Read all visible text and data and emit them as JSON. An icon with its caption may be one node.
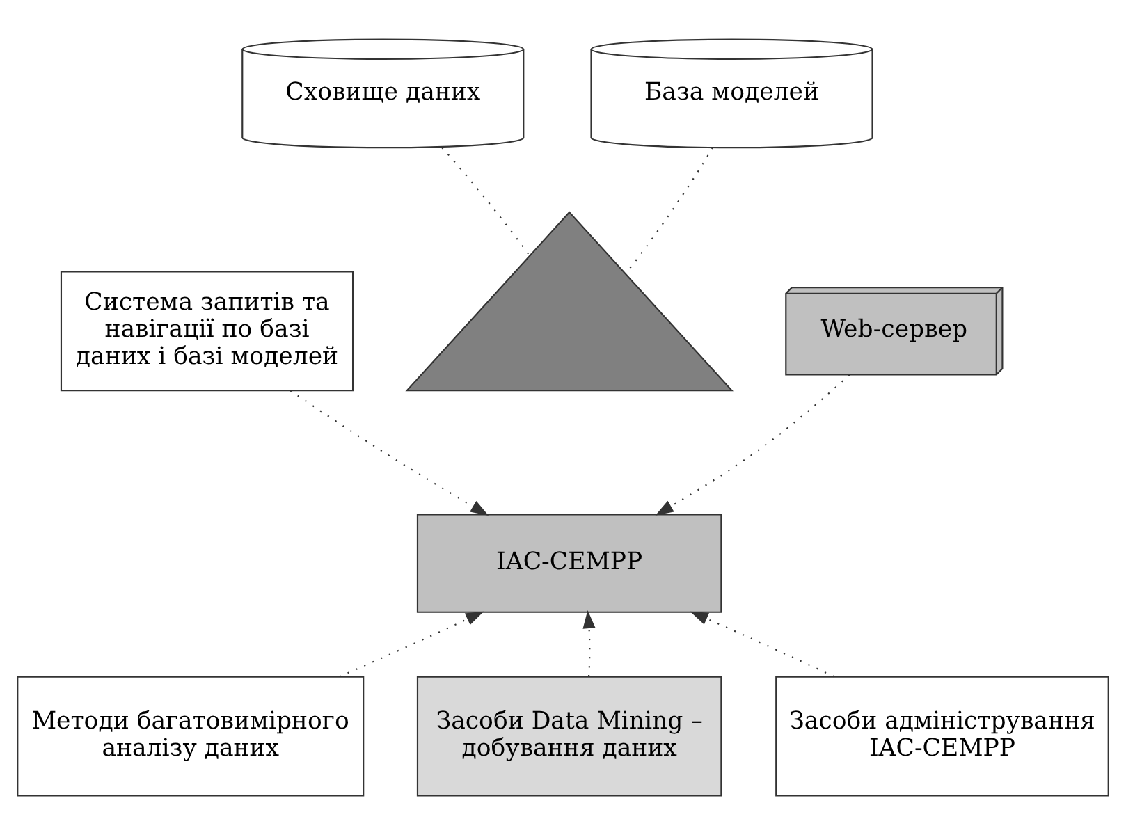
{
  "diagram": {
    "nodes": [
      {
        "text": [
          "Сховище даних"
        ]
      },
      {
        "text": [
          "База моделей"
        ]
      },
      {
        "text": [],
        "shape": "triangle"
      },
      {
        "text": [
          "Система запитів та навігації по базі даних і базі моделей"
        ]
      },
      {
        "text": [
          "Web-сервер"
        ]
      },
      {
        "text": [
          "IAC-CEMPP"
        ]
      },
      {
        "text": [
          "Методи багатовимірного аналізу даних"
        ]
      },
      {
        "text": [
          "Засоби Data Mining – добування даних"
        ]
      },
      {
        "text": [
          "Засоби адміністрування IAC-CEMPP"
        ]
      }
    ],
    "edges": [
      {
        "from": 0,
        "to": 2,
        "arrow": "none",
        "style": "dashed"
      },
      {
        "from": 1,
        "to": 2,
        "arrow": "none",
        "style": "dashed"
      },
      {
        "from": 3,
        "to": 5,
        "arrow": "to",
        "style": "dashed"
      },
      {
        "from": 6,
        "to": 5,
        "arrow": "to",
        "style": "dashed"
      },
      {
        "from": 7,
        "to": 5,
        "arrow": "to",
        "style": "dashed"
      },
      {
        "from": 4,
        "to": 5,
        "arrow": "to",
        "style": "dashed"
      },
      {
        "from": 8,
        "to": 5,
        "arrow": "to",
        "style": "dashed"
      }
    ]
  }
}
